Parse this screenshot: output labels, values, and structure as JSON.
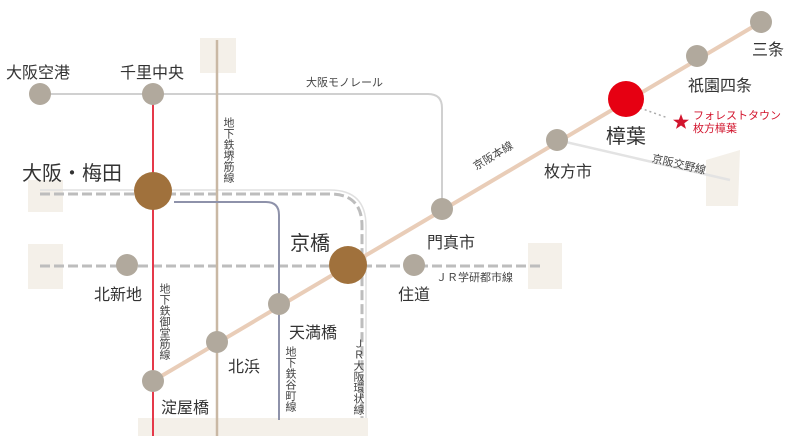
{
  "stations": {
    "osaka_airport": "大阪空港",
    "senri_chuo": "千里中央",
    "osaka_umeda": "大阪・梅田",
    "kitashinchi": "北新地",
    "kyobashi": "京橋",
    "kadomashi": "門真市",
    "sumimichi": "住道",
    "tenmabashi": "天満橋",
    "kitahama": "北浜",
    "yodoyabashi": "淀屋橋",
    "hirakatashi": "枚方市",
    "kuzuha": "樟葉",
    "gion_shijo": "祇園四条",
    "sanjo": "三条"
  },
  "lines": {
    "osaka_monorail": "大阪モノレール",
    "keihan_main": "京阪本線",
    "keihan_katano": "京阪交野線",
    "jr_gakkentoshi": "ＪＲ学研都市線",
    "sakaisuji": "地下鉄堺筋線",
    "midosuji": "地下鉄御堂筋線",
    "tanimachi": "地下鉄谷町線",
    "jr_loop": "ＪＲ大阪環状線"
  },
  "destination": {
    "line1": "フォレストタウン",
    "line2": "枚方樟葉",
    "star_color": "#d2142d"
  },
  "colors": {
    "keihan": "#e7cbb7",
    "monorail": "#c8c8c8",
    "midosuji": "#e5394a",
    "sakaisuji": "#c8b7a3",
    "tanimachi": "#8a8ea6",
    "jr": "#bfbfbf",
    "station": "#b1a99d",
    "major_station": "#a0713c",
    "kuzuha": "#e60012"
  }
}
